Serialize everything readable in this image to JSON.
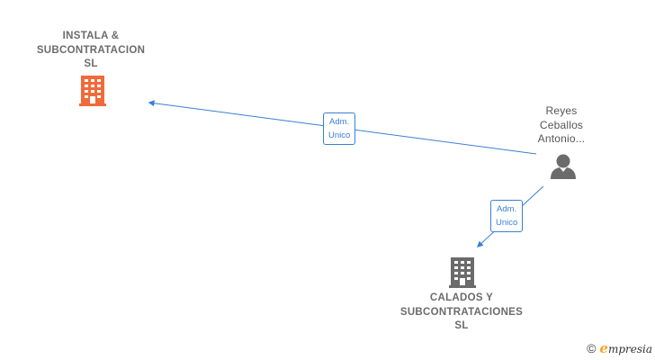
{
  "nodes": {
    "instala": {
      "lines": [
        "INSTALA &",
        "SUBCONTRATACION",
        "SL"
      ],
      "icon": "building-icon",
      "color": "#f26a3a"
    },
    "reyes": {
      "lines": [
        "Reyes",
        "Ceballos",
        "Antonio..."
      ],
      "icon": "person-icon",
      "color": "#6b6b6b"
    },
    "calados": {
      "lines": [
        "CALADOS Y",
        "SUBCONTRATACIONES",
        "SL"
      ],
      "icon": "building-icon",
      "color": "#6b6b6b"
    }
  },
  "edges": [
    {
      "from": "reyes",
      "to": "instala",
      "label_lines": [
        "Adm.",
        "Unico"
      ]
    },
    {
      "from": "reyes",
      "to": "calados",
      "label_lines": [
        "Adm.",
        "Unico"
      ]
    }
  ],
  "edge_color": "#3a7fd5",
  "brand": {
    "symbol": "©",
    "e": "e",
    "rest": "mpresia"
  }
}
